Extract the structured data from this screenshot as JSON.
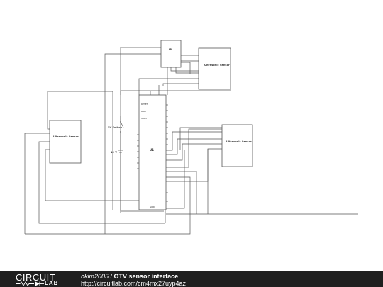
{
  "diagram": {
    "ir_label": "IR",
    "ultrasonic_top_right": "Ultrasonic Sensor",
    "ultrasonic_left": "Ultrasonic Sensor",
    "ultrasonic_mid_right": "Ultrasonic Sensor",
    "switch_label": "5V Switch",
    "battery_label": "12 V",
    "mcu_label": "U1",
    "mcu_left_pins": [
      "RESET",
      "AREF",
      "IOREF"
    ],
    "mcu_bottom_pin": "GND"
  },
  "footer": {
    "logo_top": "CIRCUIT",
    "logo_bottom": "LAB",
    "author": "bkim2005",
    "separator": " / ",
    "title": "OTV sensor interface",
    "url": "http://circuitlab.com/cm4mx27uyp4az"
  }
}
